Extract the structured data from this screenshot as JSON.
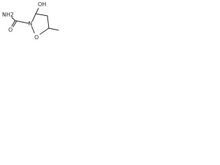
{
  "molecule": {
    "atoms": {
      "amide_n": "NH2",
      "carbonyl_o": "O",
      "hydroxyl": "OH",
      "ring_n": "N",
      "ring_o": "O"
    },
    "colors": {
      "bond": "#1a1a1a",
      "label": "#1a1a1a",
      "background": "#ffffff"
    }
  }
}
